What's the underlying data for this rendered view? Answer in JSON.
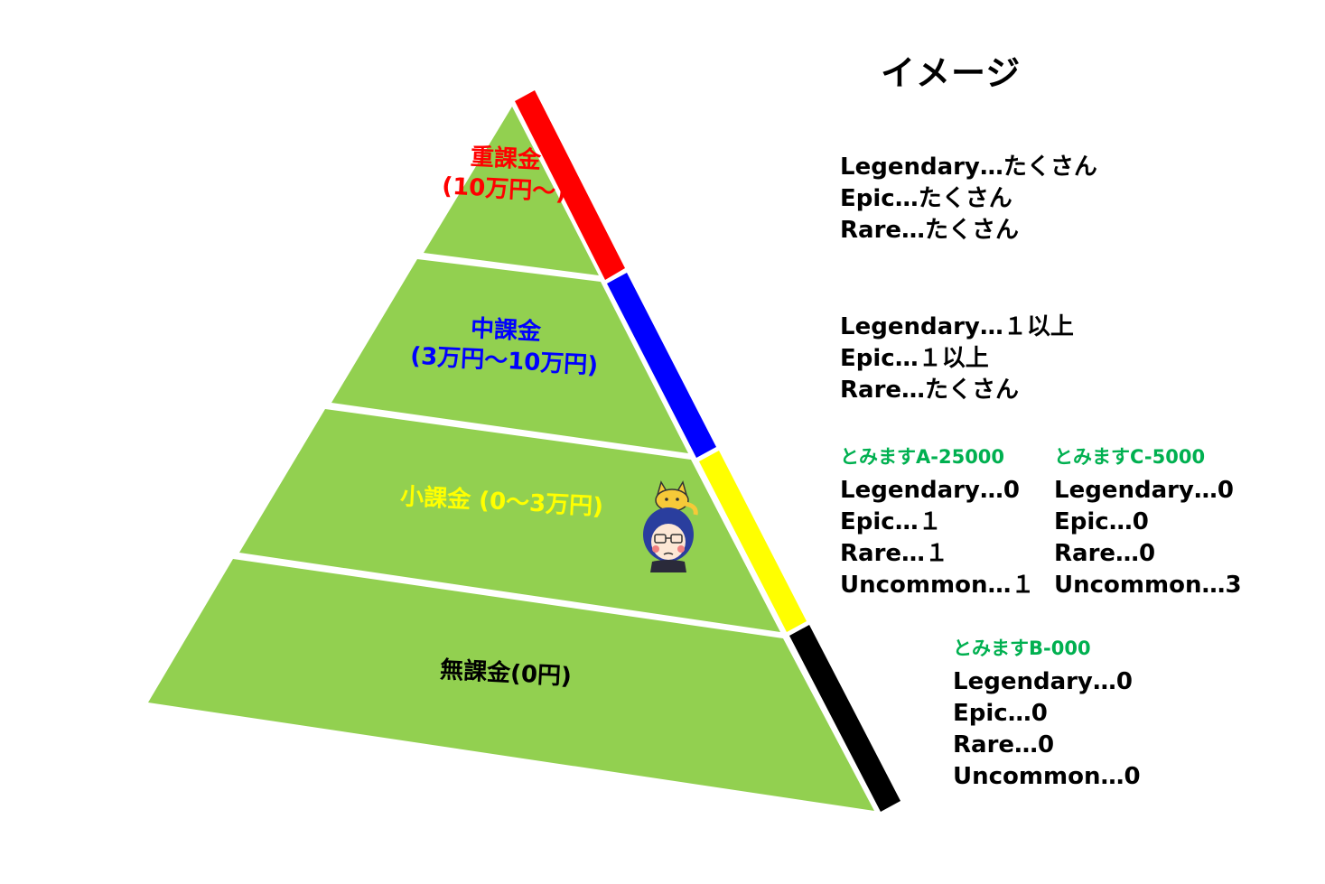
{
  "title": "イメージ",
  "colors": {
    "pyramid_fill": "#92d050",
    "tier_red": "#ff0000",
    "tier_blue": "#0000ff",
    "tier_yellow": "#ffff00",
    "tier_black": "#000000",
    "heading_green": "#00b050"
  },
  "tiers": [
    {
      "id": "heavy",
      "lines": [
        "重課金",
        "(10万円～)"
      ],
      "color": "#ff0000"
    },
    {
      "id": "medium",
      "lines": [
        "中課金",
        "(3万円～10万円)"
      ],
      "color": "#0000ff"
    },
    {
      "id": "light",
      "lines": [
        "小課金 (0～3万円)"
      ],
      "color": "#ffff00"
    },
    {
      "id": "free",
      "lines": [
        "無課金(0円)"
      ],
      "color": "#000000"
    }
  ],
  "info": {
    "heavy": {
      "lines": [
        "Legendary…たくさん",
        "Epic…たくさん",
        "Rare…たくさん"
      ]
    },
    "medium": {
      "lines": [
        "Legendary…１以上",
        "Epic…１以上",
        "Rare…たくさん"
      ]
    },
    "tomimasu_a": {
      "heading": "とみますA-25000",
      "lines": [
        "Legendary…0",
        "Epic…１",
        "Rare…１",
        "Uncommon…１"
      ]
    },
    "tomimasu_c": {
      "heading": "とみますC-5000",
      "lines": [
        "Legendary…0",
        "Epic…0",
        "Rare…0",
        "Uncommon…3"
      ]
    },
    "tomimasu_b": {
      "heading": "とみますB-000",
      "lines": [
        "Legendary…0",
        "Epic…0",
        "Rare…0",
        "Uncommon…0"
      ]
    }
  },
  "avatar_icon": "character-with-cat-icon"
}
